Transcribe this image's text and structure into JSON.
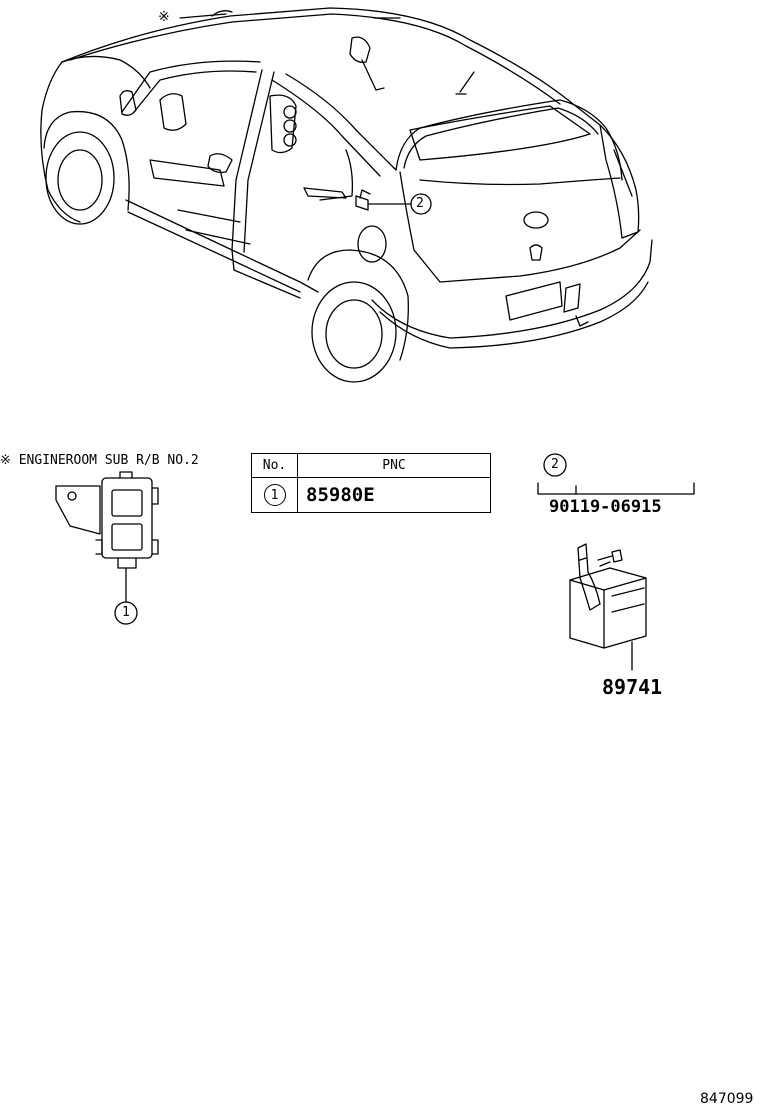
{
  "top_diagram": {
    "ref_mark": "※",
    "callout_2": "2"
  },
  "sub_rb": {
    "title": "※ ENGINEROOM SUB R/B NO.2",
    "callout": "1"
  },
  "pnc_table": {
    "col_no": "No.",
    "col_pnc": "PNC",
    "rows": [
      {
        "no": "1",
        "pnc": "85980E"
      }
    ]
  },
  "part2": {
    "callout": "2",
    "bolt_number": "90119-06915",
    "module_number": "89741"
  },
  "footer": {
    "diagram_id": "847099"
  }
}
